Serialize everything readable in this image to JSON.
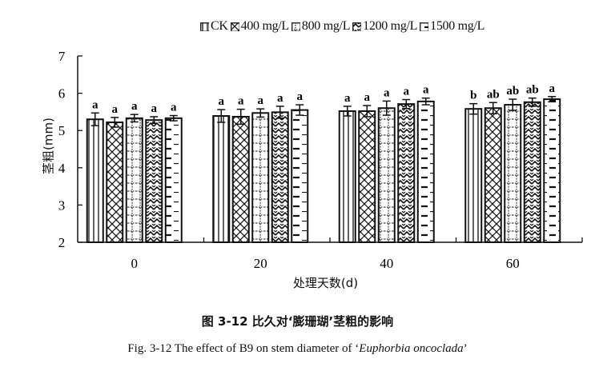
{
  "chart_data": {
    "type": "bar",
    "title": "图 3-12 比久对‘膨珊瑚’茎粗的影响",
    "subtitle": "Fig. 3-12 The effect of B9 on stem diameter of ‘Euphorbia oncoclada’",
    "xlabel": "处理天数(d)",
    "ylabel": "茎粗(mm)",
    "ylim": [
      2,
      7
    ],
    "yticks": [
      2,
      3,
      4,
      5,
      6,
      7
    ],
    "grid": false,
    "legend_position": "top-right",
    "categories": [
      "0",
      "20",
      "40",
      "60"
    ],
    "series": [
      {
        "name": "CK",
        "pattern": "vertical-lines",
        "values": [
          5.3,
          5.39,
          5.52,
          5.58
        ],
        "errors": [
          0.17,
          0.17,
          0.13,
          0.14
        ],
        "letters": [
          "a",
          "a",
          "a",
          "b"
        ]
      },
      {
        "name": "400 mg/L",
        "pattern": "crosshatch",
        "values": [
          5.22,
          5.37,
          5.52,
          5.6
        ],
        "errors": [
          0.13,
          0.2,
          0.15,
          0.15
        ],
        "letters": [
          "a",
          "a",
          "a",
          "ab"
        ]
      },
      {
        "name": "800 mg/L",
        "pattern": "dotted-grid",
        "values": [
          5.33,
          5.47,
          5.6,
          5.69
        ],
        "errors": [
          0.1,
          0.11,
          0.19,
          0.15
        ],
        "letters": [
          "a",
          "a",
          "a",
          "ab"
        ]
      },
      {
        "name": "1200 mg/L",
        "pattern": "zigzag",
        "values": [
          5.28,
          5.49,
          5.71,
          5.76
        ],
        "errors": [
          0.09,
          0.16,
          0.12,
          0.11
        ],
        "letters": [
          "a",
          "a",
          "a",
          "ab"
        ]
      },
      {
        "name": "1500 mg/L",
        "pattern": "dashes",
        "values": [
          5.33,
          5.55,
          5.78,
          5.84
        ],
        "errors": [
          0.07,
          0.14,
          0.09,
          0.07
        ],
        "letters": [
          "a",
          "a",
          "a",
          "a"
        ]
      }
    ]
  },
  "captions": {
    "cn": "图 3-12  比久对‘膨珊瑚’茎粗的影响",
    "en_prefix": "Fig. 3-12 The effect of B9 on stem diameter of ‘",
    "en_species": "Euphorbia oncoclada",
    "en_suffix": "’"
  },
  "legend": [
    {
      "label": "CK",
      "pattern": "vertical-lines"
    },
    {
      "label": "400 mg/L",
      "pattern": "crosshatch"
    },
    {
      "label": "800 mg/L",
      "pattern": "dotted-grid"
    },
    {
      "label": "1200 mg/L",
      "pattern": "zigzag"
    },
    {
      "label": "1500 mg/L",
      "pattern": "dashes"
    }
  ]
}
